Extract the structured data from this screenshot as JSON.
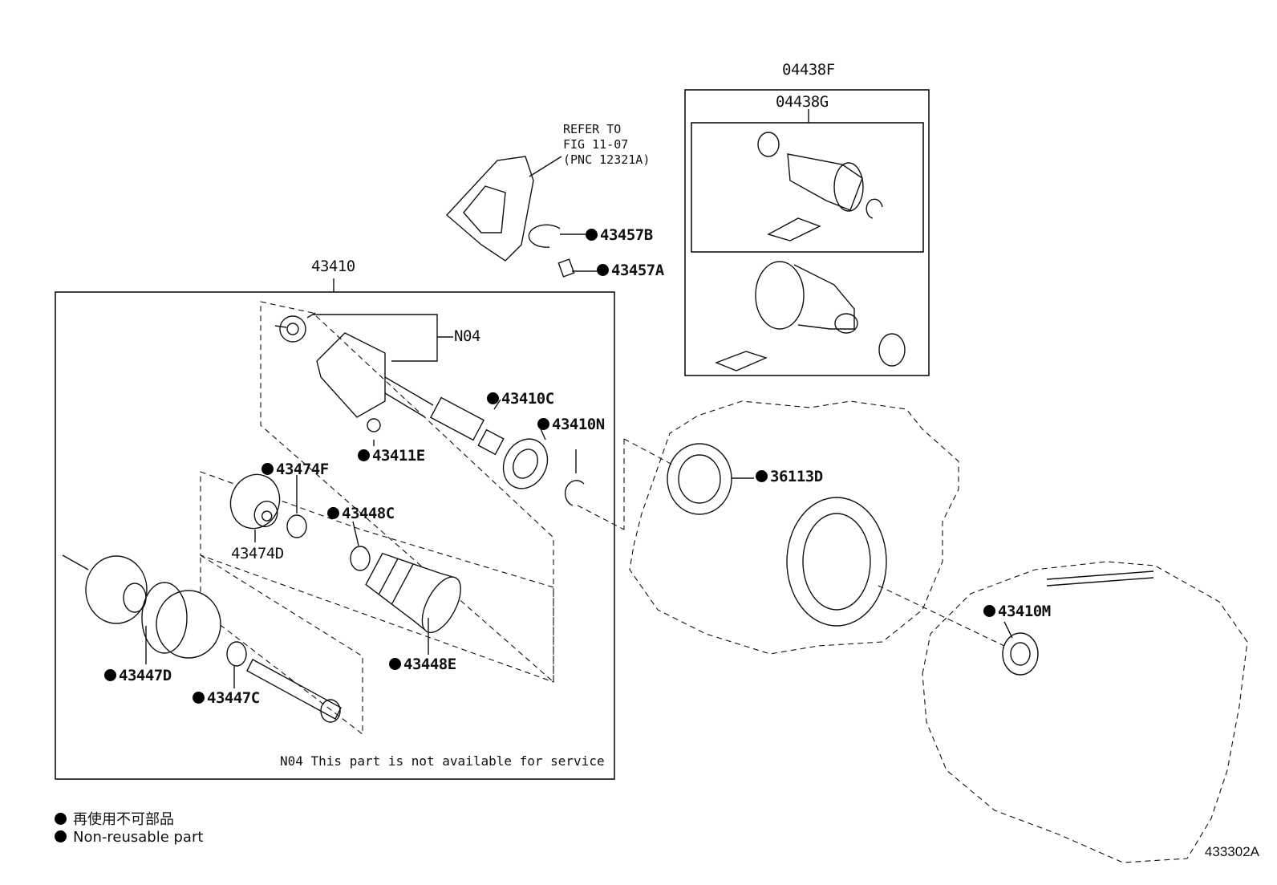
{
  "figure_id": "433302A",
  "refer_note": "REFER TO\nFIG 11-07\n(PNC 12321A)",
  "box_main": {
    "label": "43410",
    "note": "N04 This part is not available for service"
  },
  "box_kit": {
    "outer_label": "04438F",
    "inner_label": "04438G"
  },
  "parts": [
    {
      "code": "N04",
      "non_reusable": false
    },
    {
      "code": "43457B",
      "non_reusable": true
    },
    {
      "code": "43457A",
      "non_reusable": true
    },
    {
      "code": "43410C",
      "non_reusable": true
    },
    {
      "code": "43410N",
      "non_reusable": true
    },
    {
      "code": "43411E",
      "non_reusable": true
    },
    {
      "code": "43474F",
      "non_reusable": true
    },
    {
      "code": "43474D",
      "non_reusable": false
    },
    {
      "code": "43448C",
      "non_reusable": true
    },
    {
      "code": "43448E",
      "non_reusable": true
    },
    {
      "code": "43447D",
      "non_reusable": true
    },
    {
      "code": "43447C",
      "non_reusable": true
    },
    {
      "code": "36113D",
      "non_reusable": true
    },
    {
      "code": "43410M",
      "non_reusable": true
    }
  ],
  "legend": [
    {
      "text": "再使用不可部品"
    },
    {
      "text": "Non-reusable part"
    }
  ]
}
